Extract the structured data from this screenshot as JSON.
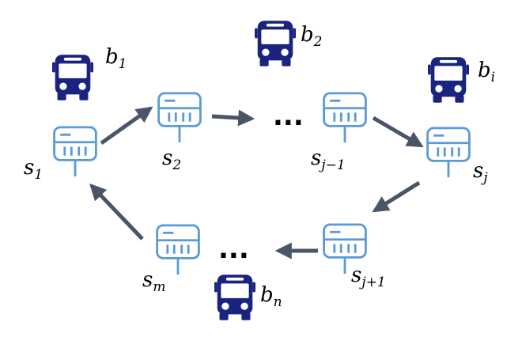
{
  "colors": {
    "bus": "#1a237e",
    "stop": "#5b9bd5",
    "arrow": "#4a5568",
    "text": "#000000"
  },
  "icons": {
    "bus": "bus-icon",
    "stop": "bus-stop-sign-icon"
  },
  "stops": [
    {
      "id": "s1",
      "base": "s",
      "sub": "1"
    },
    {
      "id": "s2",
      "base": "s",
      "sub": "2"
    },
    {
      "id": "sj-1",
      "base": "s",
      "sub": "j−1"
    },
    {
      "id": "sj",
      "base": "s",
      "sub": "j"
    },
    {
      "id": "sj+1",
      "base": "s",
      "sub": "j+1"
    },
    {
      "id": "sm",
      "base": "s",
      "sub": "m"
    }
  ],
  "buses": [
    {
      "id": "b1",
      "base": "b",
      "sub": "1"
    },
    {
      "id": "b2",
      "base": "b",
      "sub": "2"
    },
    {
      "id": "bi",
      "base": "b",
      "sub": "i"
    },
    {
      "id": "bn",
      "base": "b",
      "sub": "n"
    }
  ],
  "ellipses": [
    "...",
    "..."
  ]
}
